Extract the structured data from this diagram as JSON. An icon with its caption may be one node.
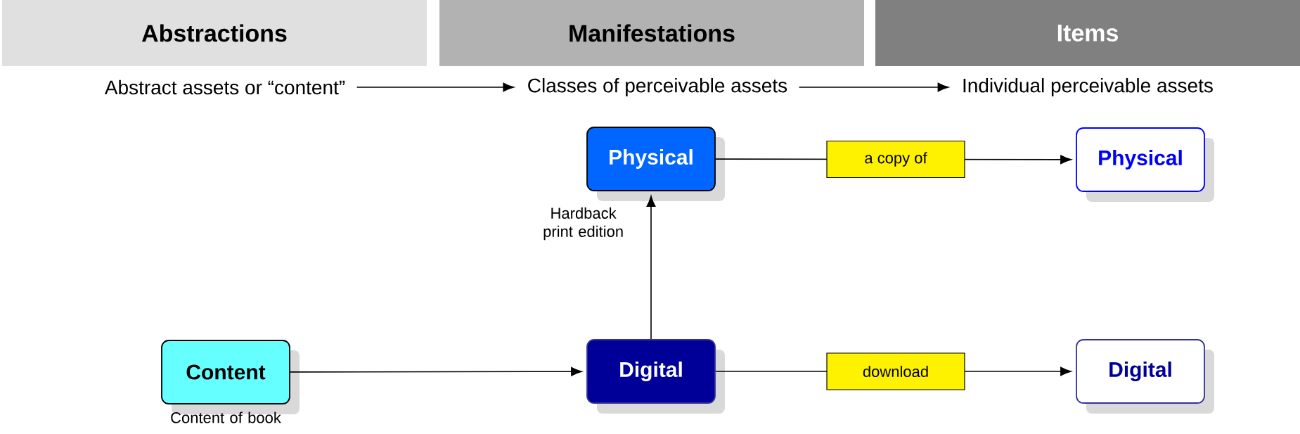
{
  "diagram": {
    "nodes": [
      {
        "text": [
          "Abstractions"
        ]
      },
      {
        "text": [
          "Manifestations"
        ]
      },
      {
        "text": [
          "Items"
        ]
      },
      {
        "text": [
          "Abstract assets or “content”"
        ]
      },
      {
        "text": [
          "Classes of perceivable assets"
        ]
      },
      {
        "text": [
          "Individual perceivable assets"
        ]
      },
      {
        "text": [
          "Physical"
        ],
        "beside": [
          "Hardback print edition"
        ]
      },
      {
        "text": [
          "Physical"
        ]
      },
      {
        "text": [
          "Content"
        ],
        "beside": [
          "Content of book"
        ]
      },
      {
        "text": [
          "Digital"
        ]
      },
      {
        "text": [
          "Digital"
        ]
      }
    ],
    "edges": [
      {
        "from": 3,
        "to": 4,
        "arrow": "to"
      },
      {
        "from": 4,
        "to": 5,
        "arrow": "to"
      },
      {
        "from": 8,
        "to": 9,
        "arrow": "to"
      },
      {
        "from": 9,
        "to": 6,
        "arrow": "to"
      },
      {
        "from": 6,
        "to": 7,
        "arrow": "to",
        "label": "a copy of"
      },
      {
        "from": 9,
        "to": 10,
        "arrow": "to",
        "label": "download"
      }
    ]
  }
}
